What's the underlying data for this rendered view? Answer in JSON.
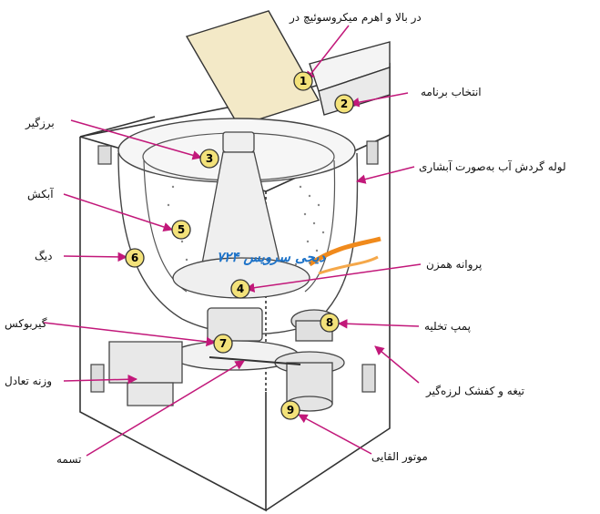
{
  "labels": {
    "lid_switch": "در بالا و اهرم میکروسوئیچ در",
    "program_select": "انتخاب برنامه",
    "softener": "برزگیر",
    "waterfall_pipe": "لوله گردش آب  به‌صورت آبشاری",
    "drum": "آبکش",
    "tub": "دیگ",
    "agitator": "پروانه همزن",
    "gearbox": "گیربوکس",
    "drain_pump": "پمپ تخلیه",
    "counterweight": "وزنه تعادل",
    "damper": "تیغه و کفشک لرزه‌گیر",
    "belt": "تسمه",
    "motor": "موتور القایی"
  },
  "numbers": [
    "1",
    "2",
    "3",
    "4",
    "5",
    "6",
    "7",
    "8",
    "9"
  ],
  "watermark": "دیجی سرویس ۷۲۴",
  "colors": {
    "arrow": "#c2187a",
    "marker": "#f3e27a",
    "marker_stroke": "#333333",
    "watermark": "#1e73c8",
    "watermark_orange": "#f08a1c"
  }
}
